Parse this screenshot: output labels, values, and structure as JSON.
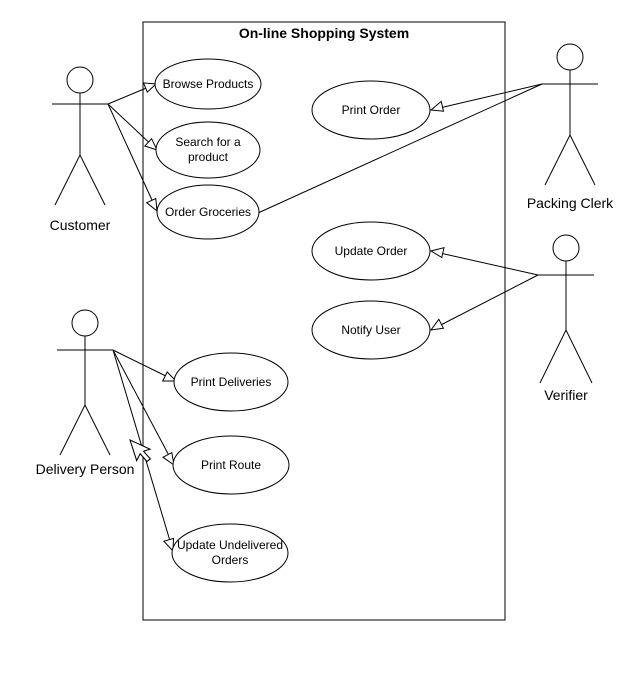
{
  "system": {
    "title": "On-line Shopping System"
  },
  "actors": {
    "customer": "Customer",
    "packing_clerk": "Packing Clerk",
    "verifier": "Verifier",
    "delivery_person": "Delivery Person"
  },
  "use_cases": {
    "browse_products": "Browse Products",
    "search_product_1": "Search for a",
    "search_product_2": "product",
    "order_groceries": "Order Groceries",
    "print_order": "Print Order",
    "update_order": "Update Order",
    "notify_user": "Notify User",
    "print_deliveries": "Print Deliveries",
    "print_route": "Print Route",
    "update_undelivered_1": "Update Undelivered",
    "update_undelivered_2": "Orders"
  }
}
